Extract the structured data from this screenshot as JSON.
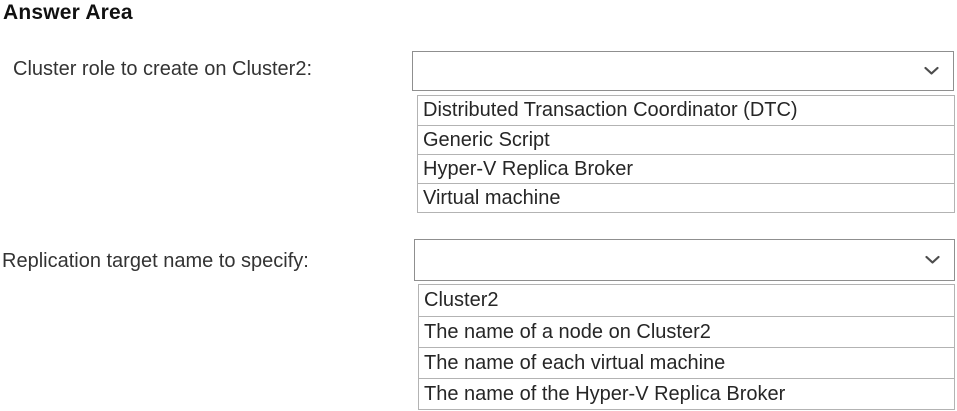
{
  "title": "Answer Area",
  "colors": {
    "text": "#262626",
    "title": "#111111",
    "dropdown_border": "#8f8f8f",
    "list_border": "#b3b3b3"
  },
  "questions": [
    {
      "label": "Cluster role to create on Cluster2:",
      "dropdown": {
        "value": "",
        "icon": "chevron-down"
      },
      "options": [
        "Distributed Transaction Coordinator (DTC)",
        "Generic Script",
        "Hyper-V Replica Broker",
        "Virtual machine"
      ]
    },
    {
      "label": "Replication target name to specify:",
      "dropdown": {
        "value": "",
        "icon": "chevron-down"
      },
      "options": [
        "Cluster2",
        "The name of a node on Cluster2",
        "The name of each virtual machine",
        "The name of the Hyper-V Replica Broker"
      ]
    }
  ]
}
